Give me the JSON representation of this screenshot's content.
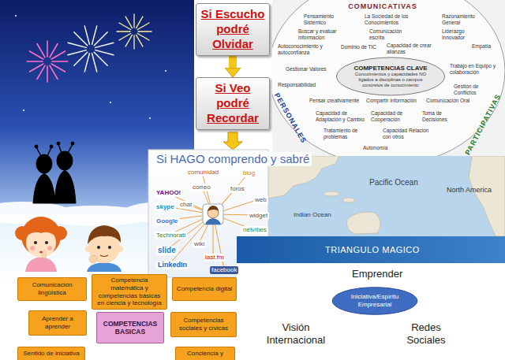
{
  "diagram": {
    "nodes": [
      {
        "text": [
          "Si Escucho podré Olvidar"
        ]
      },
      {
        "text": [
          "Si Veo podré Recordar"
        ]
      },
      {
        "text": [
          "COMUNICATIVAS",
          "PERSONALES",
          "PARTICIPATIVAS"
        ]
      },
      {
        "text": [
          "COMPETENCIAS CLAVE",
          "Conocimientos y capacidades NO ligados a disciplinas o campos concretos de conocimiento"
        ],
        "in": 2
      },
      {
        "text": [
          "TRIANGULO MAGICO"
        ]
      },
      {
        "text": [
          "Comunicación lingüística"
        ]
      },
      {
        "text": [
          "Competencia matemática y competencias básicas en ciencia y tecnología"
        ]
      },
      {
        "text": [
          "Competencia digital"
        ]
      },
      {
        "text": [
          "Aprender a aprender"
        ]
      },
      {
        "text": [
          "COMPETENCIAS BASICAS"
        ]
      },
      {
        "text": [
          "Competencias sociales y cívicas"
        ]
      },
      {
        "text": [
          "Sentido de iniciativa"
        ]
      },
      {
        "text": [
          "Conciencia y"
        ]
      },
      {
        "text": [
          "Iniciativa/Espíritu Empresarial"
        ]
      }
    ],
    "edges": [
      {
        "from": 0,
        "to": 1,
        "arrow": "to"
      }
    ],
    "labels": [
      "Si HAGO comprendo y sabré",
      "Pensamiento Sistémico",
      "La Sociedad de los Conocimientos",
      "Razonamiento General",
      "Buscar y evaluar información",
      "Comunicación escrita",
      "Liderazgo Innovador",
      "Autoconocimiento y autoconfianza",
      "Dominio de TIC",
      "Capacidad de crear alianzas",
      "Empatía",
      "Gestionar Valores",
      "Responsabilidad",
      "Trabajo en Equipo y colaboración",
      "Gestión de Conflictos",
      "Pensar creativamente",
      "Compartir información",
      "Comunicación Oral",
      "Capacidad de Adaptación y Cambio",
      "Capacidad de Cooperación",
      "Toma de Decisiones",
      "Tratamiento de problemas",
      "Capacidad Relación con otros",
      "Autonomía",
      "comunidad",
      "blog",
      "YAHOO!",
      "correo",
      "foros",
      "web",
      "skype",
      "chat",
      "widget",
      "Google",
      "wiki",
      "netvibes",
      "Technorati",
      "slide",
      "LinkedIn",
      "last.fm",
      "facebook",
      "Pacific Ocean",
      "North America",
      "Indian Ocean",
      "Emprender",
      "Visión Internacional",
      "Redes Sociales"
    ]
  }
}
